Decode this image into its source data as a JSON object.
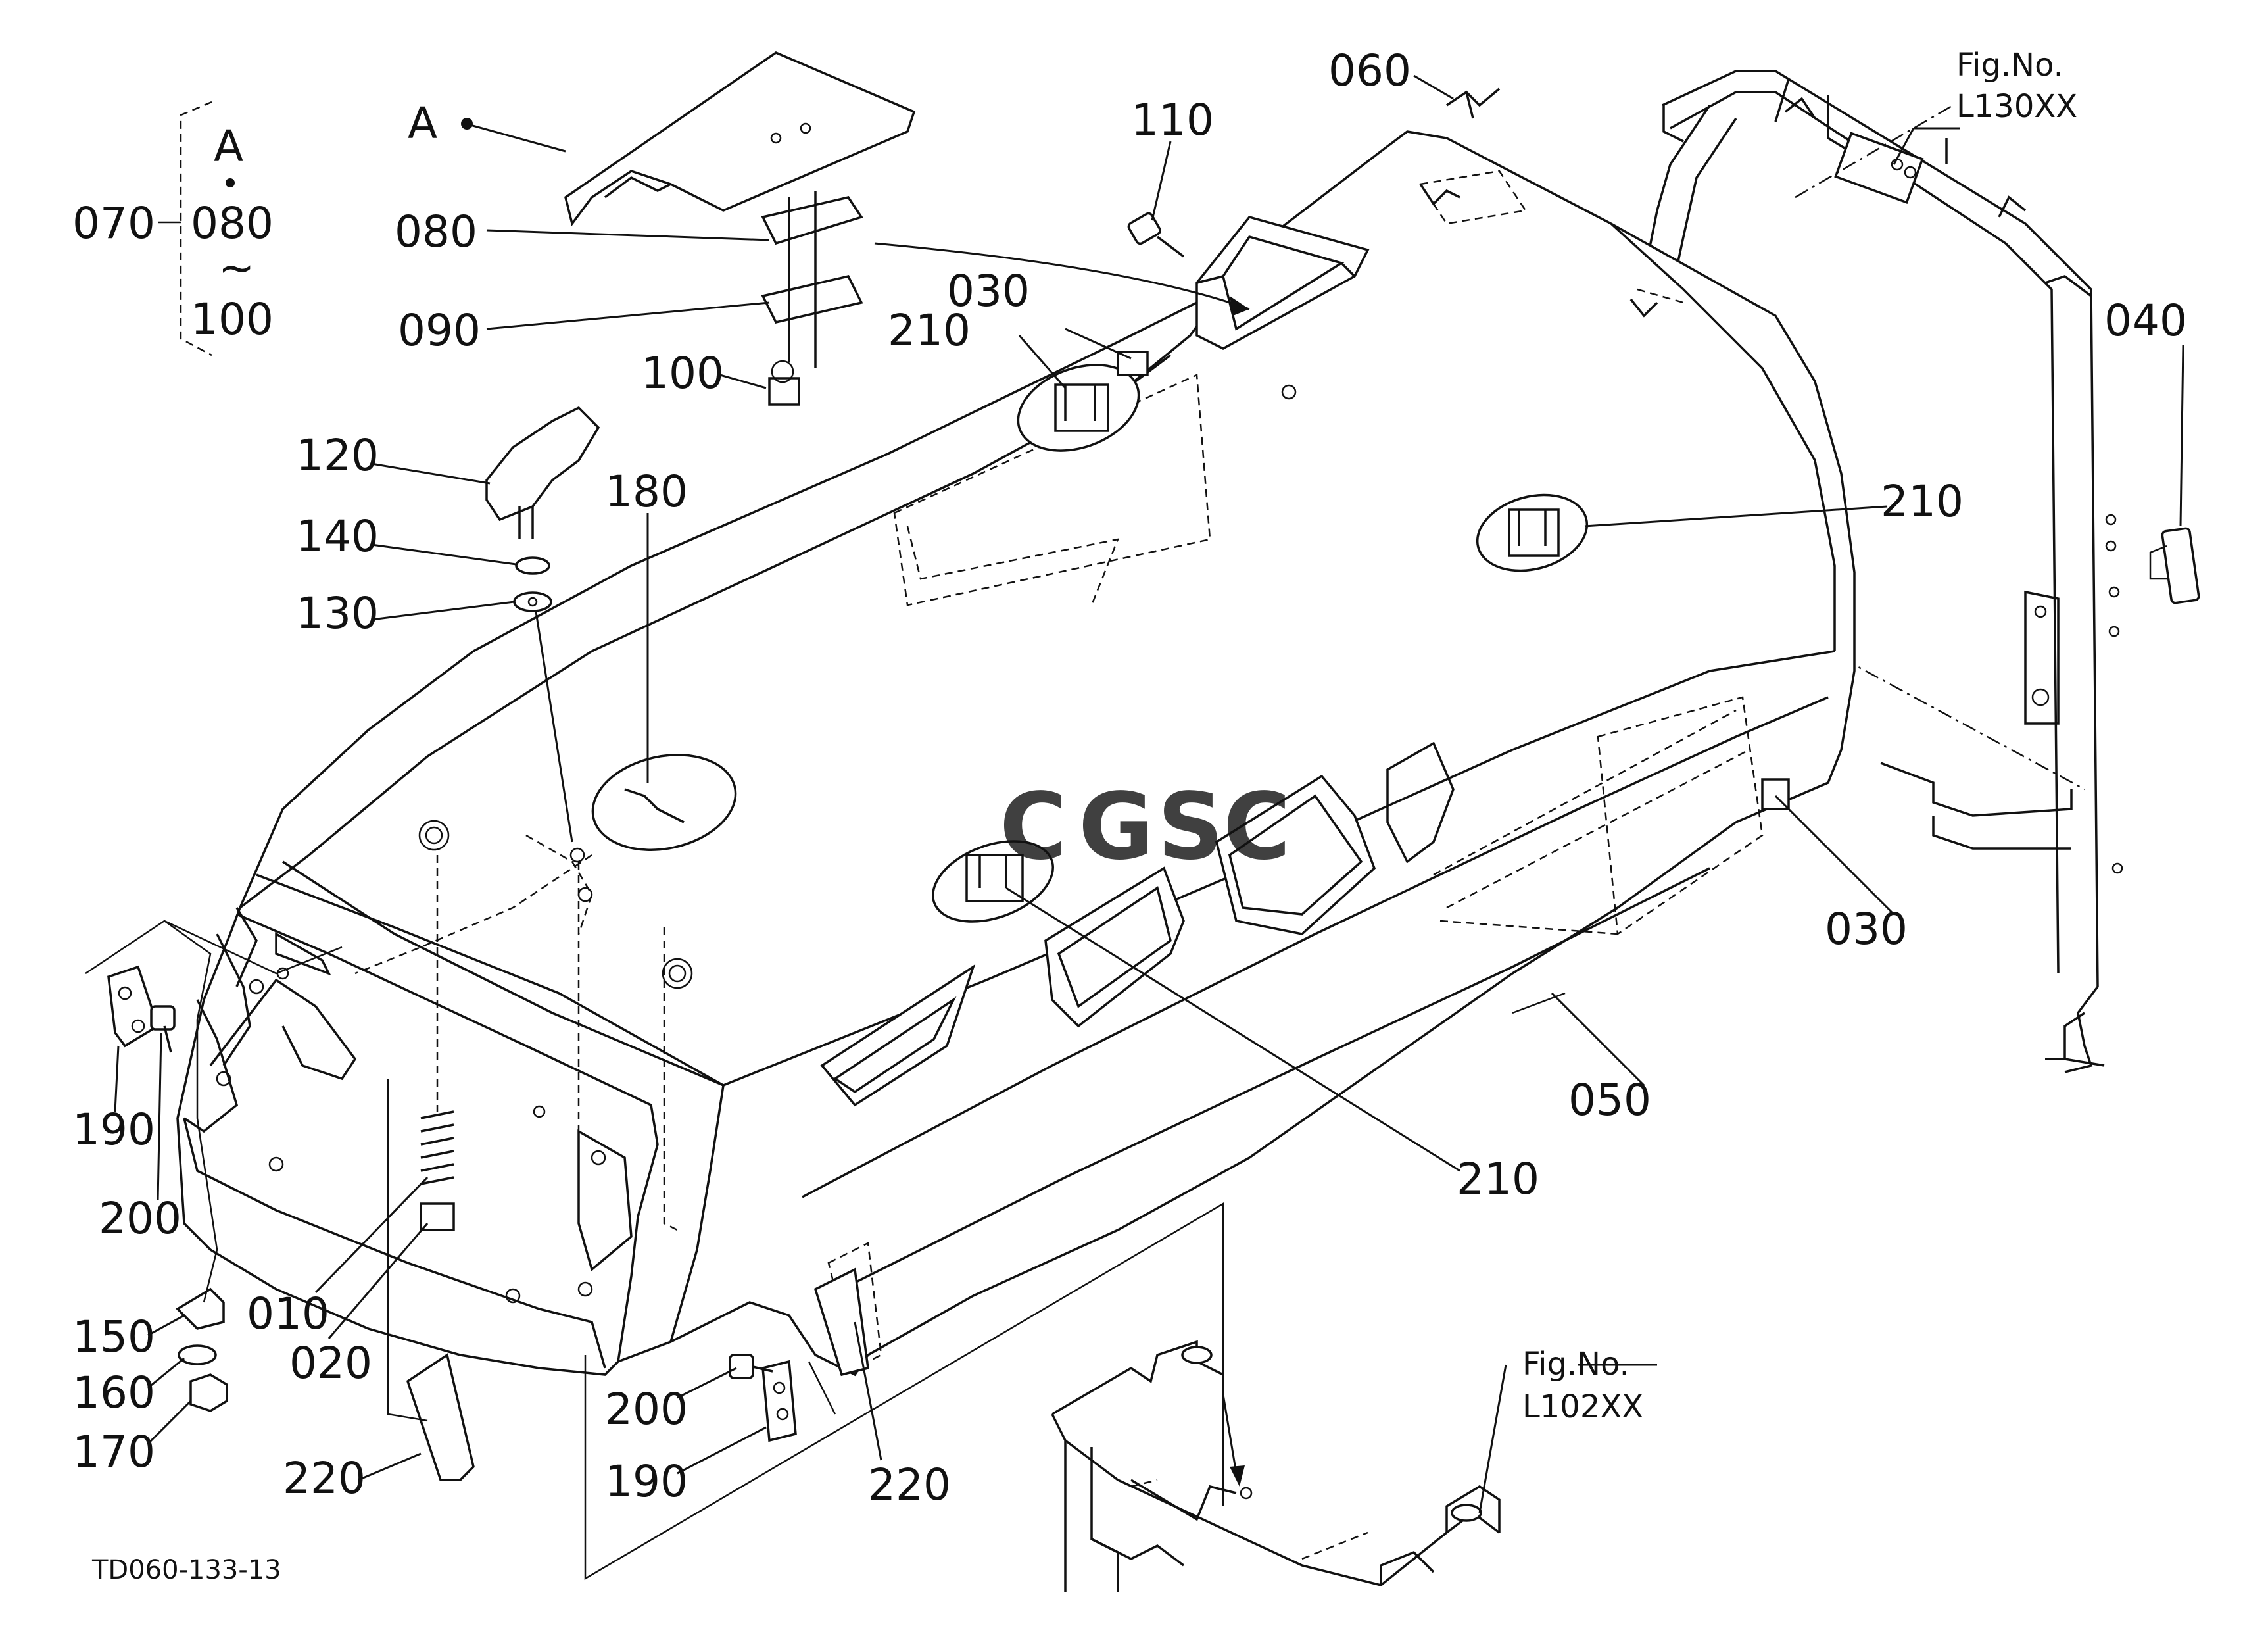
{
  "diagram": {
    "code": "TD060-133-13",
    "watermark": "CGSC",
    "watermark_colors": [
      "#4285f4",
      "#ea4335",
      "#fbbc05",
      "#34a853"
    ],
    "fig_refs": [
      {
        "title": "Fig.No.",
        "ref": "L130XX"
      },
      {
        "title": "Fig.No.",
        "ref": "L102XX"
      }
    ],
    "callout_a": "A",
    "assembly": {
      "label": "070",
      "items": [
        "A",
        "080",
        "100"
      ],
      "range_mark": "~"
    },
    "part_labels": {
      "p010": "010",
      "p020": "020",
      "p030_a": "030",
      "p030_b": "030",
      "p040": "040",
      "p050": "050",
      "p060": "060",
      "p080": "080",
      "p090": "090",
      "p100": "100",
      "p110": "110",
      "p120": "120",
      "p130": "130",
      "p140": "140",
      "p150": "150",
      "p160": "160",
      "p170": "170",
      "p180": "180",
      "p190_a": "190",
      "p190_b": "190",
      "p200_a": "200",
      "p200_b": "200",
      "p210_a": "210",
      "p210_b": "210",
      "p210_c": "210",
      "p220_a": "220",
      "p220_b": "220"
    }
  }
}
